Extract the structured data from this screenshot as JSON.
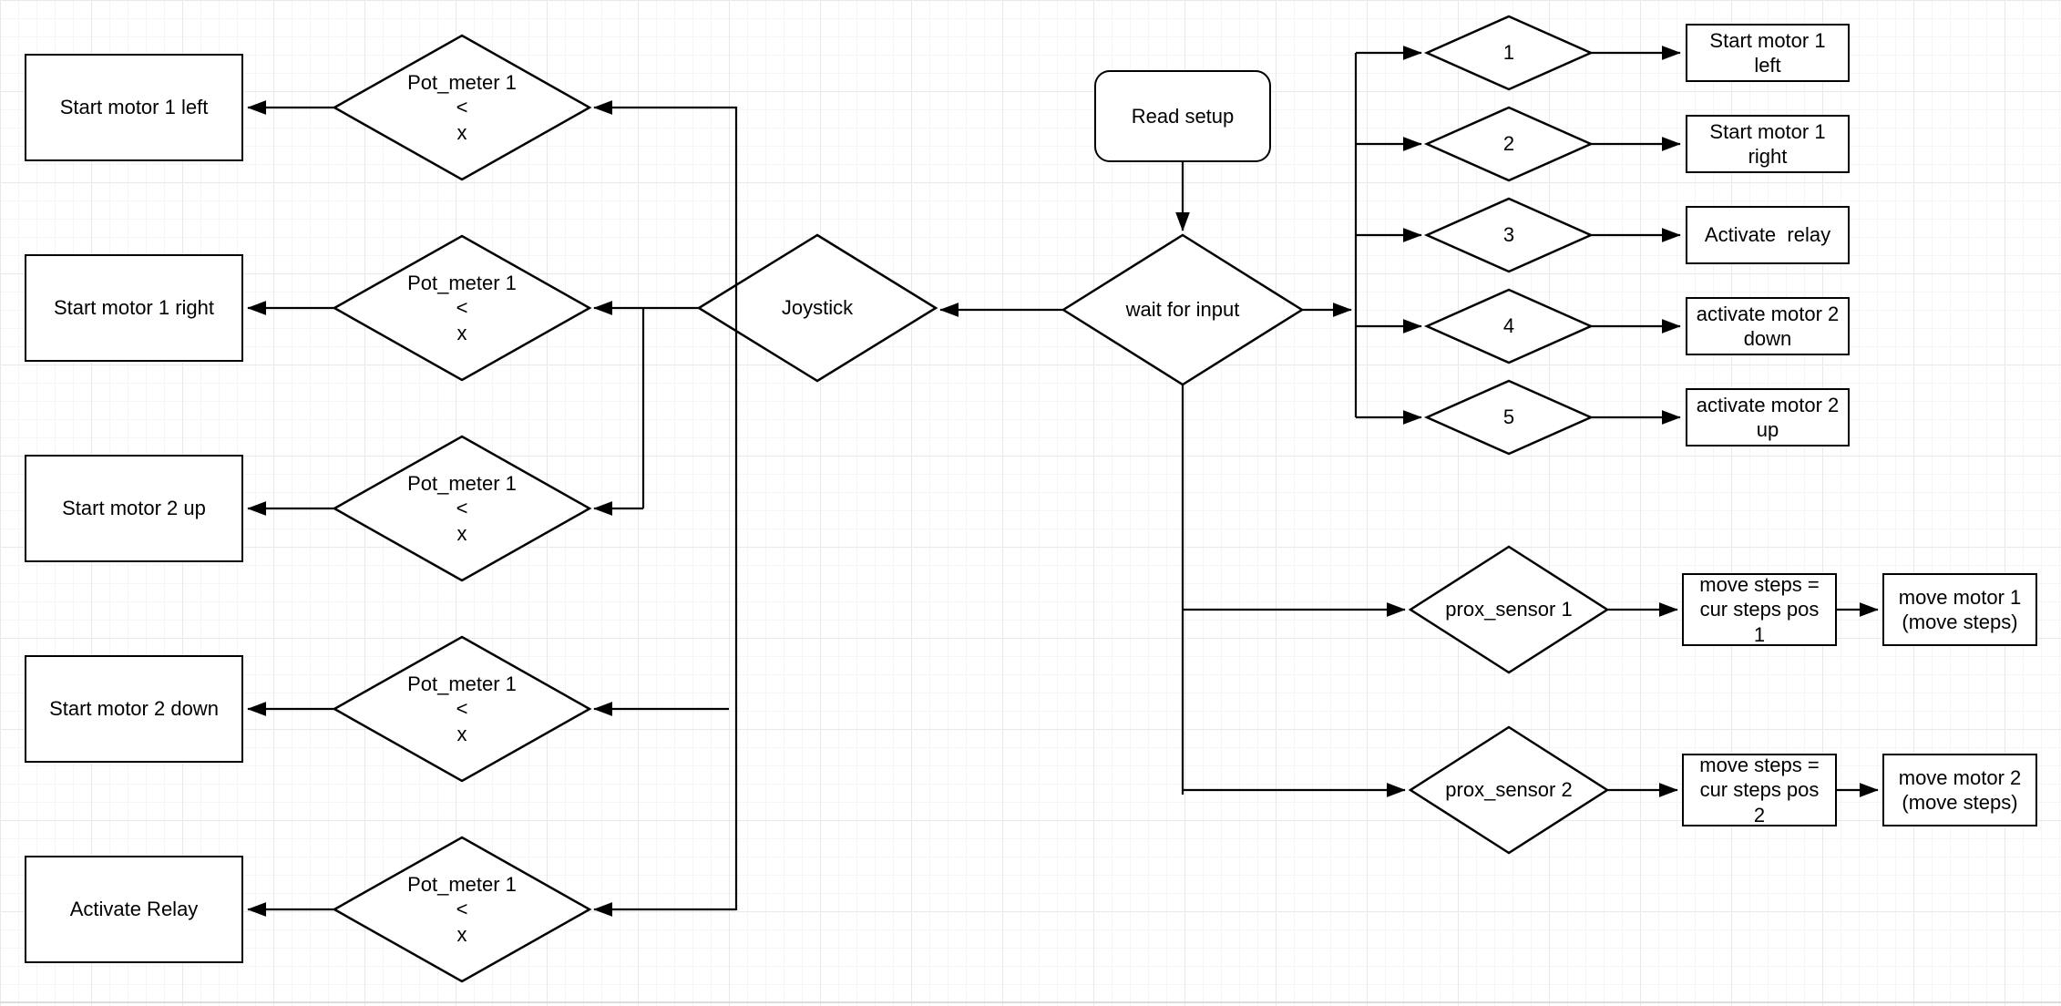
{
  "canvas": {
    "background": "#ffffff",
    "grid_minor_color": "#f5f5f5",
    "grid_major_color": "#e9e9e9",
    "stroke_color": "#000000",
    "fill_color": "#ffffff"
  },
  "nodes": {
    "left_actions": [
      {
        "label": "Start motor 1 left"
      },
      {
        "label": "Start motor 1 right"
      },
      {
        "label": "Start motor 2 up"
      },
      {
        "label": "Start motor 2 down"
      },
      {
        "label": "Activate Relay"
      }
    ],
    "pot_conditions": [
      {
        "label": "Pot_meter 1\n<\nx"
      },
      {
        "label": "Pot_meter 1\n<\nx"
      },
      {
        "label": "Pot_meter 1\n<\nx"
      },
      {
        "label": "Pot_meter 1\n<\nx"
      },
      {
        "label": "Pot_meter 1\n<\nx"
      }
    ],
    "joystick": {
      "label": "Joystick"
    },
    "read_setup": {
      "label": "Read setup"
    },
    "wait_for_input": {
      "label": "wait for input"
    },
    "input_cases": [
      {
        "label": "1"
      },
      {
        "label": "2"
      },
      {
        "label": "3"
      },
      {
        "label": "4"
      },
      {
        "label": "5"
      }
    ],
    "case_actions": [
      {
        "label": "Start motor 1\nleft"
      },
      {
        "label": "Start motor 1\nright"
      },
      {
        "label": "Activate  relay"
      },
      {
        "label": "activate motor 2\ndown"
      },
      {
        "label": "activate motor 2\nup"
      }
    ],
    "prox_sensors": [
      {
        "label": "prox_sensor 1"
      },
      {
        "label": "prox_sensor 2"
      }
    ],
    "move_steps": [
      {
        "label": "move steps =\ncur steps pos\n1"
      },
      {
        "label": "move steps =\ncur steps pos\n2"
      }
    ],
    "move_motors": [
      {
        "label": "move motor 1\n(move steps)"
      },
      {
        "label": "move motor 2\n(move steps)"
      }
    ]
  }
}
